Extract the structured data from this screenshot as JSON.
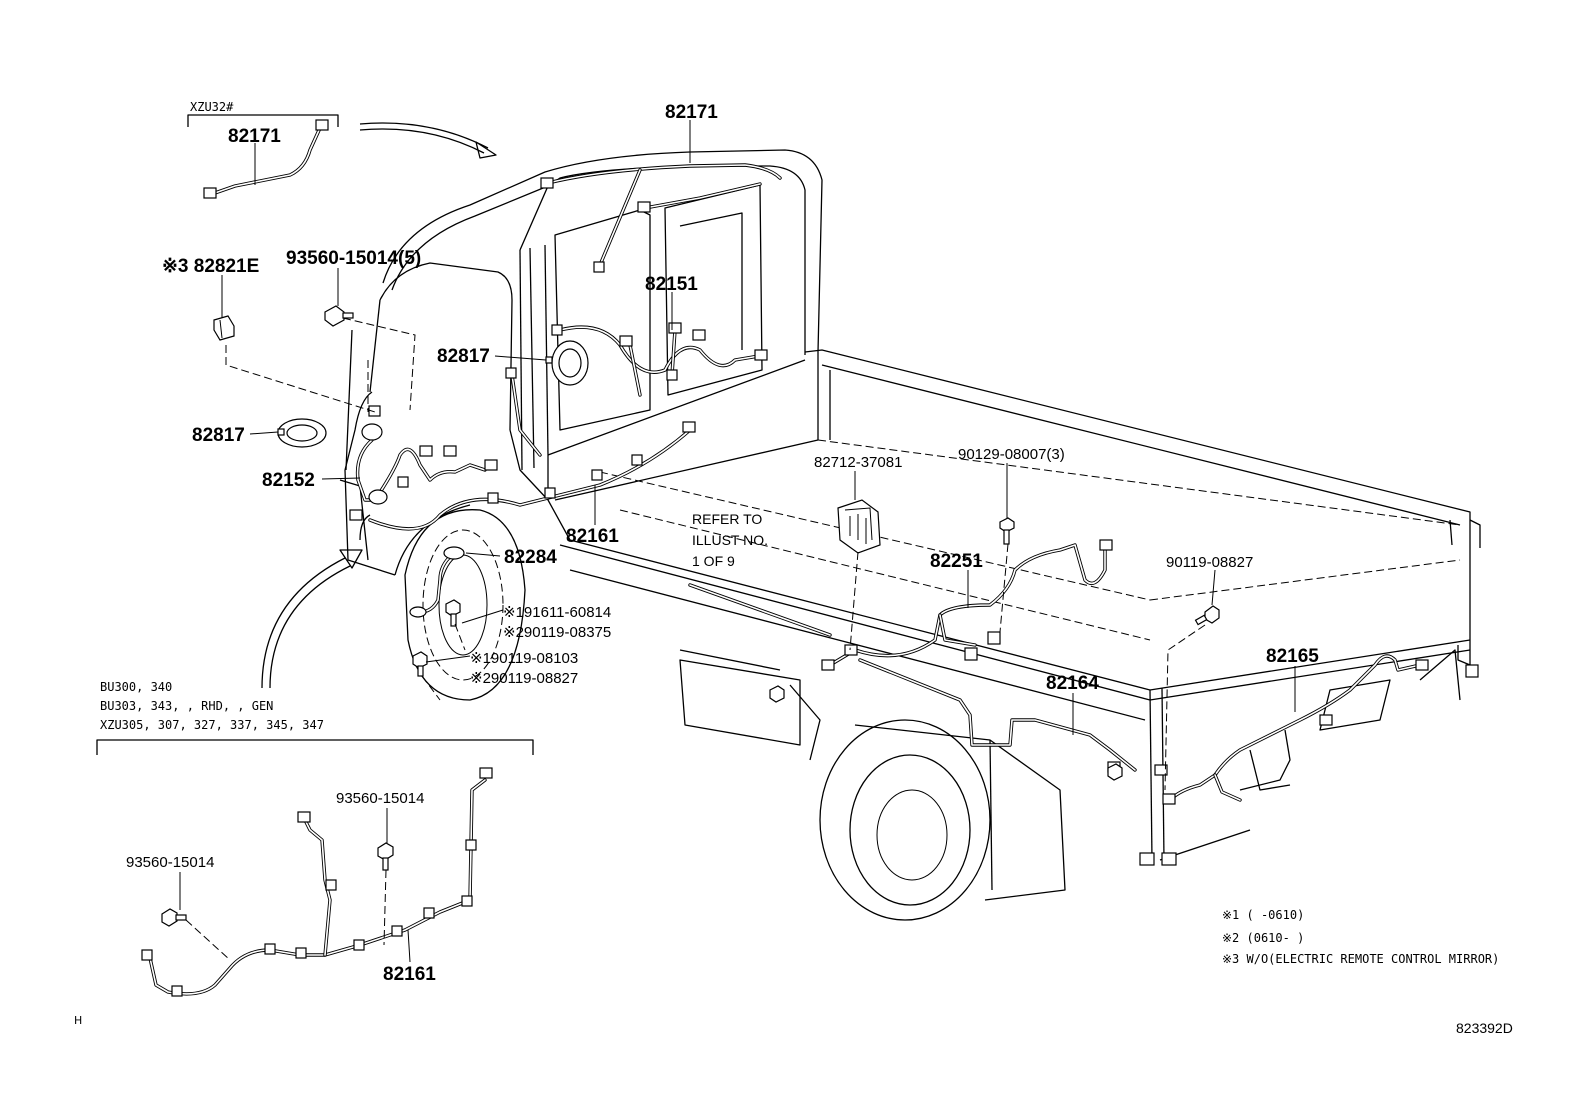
{
  "diagram_id": "823392D",
  "variant_label": "XZU32#",
  "variant_group_label_lines": [
    "BU300, 340",
    "BU303, 343, , RHD, , GEN",
    "XZU305, 307, 327, 337, 345, 347"
  ],
  "refer_to_lines": [
    "REFER TO",
    "ILLUST NO.",
    "1 OF 9"
  ],
  "corner_mark": "H",
  "part_labels": {
    "p82171_inset": "82171",
    "p82171_main": "82171",
    "p82821E": "※3 82821E",
    "p93560_15014_5": "93560-15014(5)",
    "p82151": "82151",
    "p82817_upper": "82817",
    "p82817_left": "82817",
    "p82152": "82152",
    "p82161_main": "82161",
    "p82284": "82284",
    "p91611_60814": "※191611-60814",
    "p90119_08375": "※290119-08375",
    "p90119_08103": "※190119-08103",
    "p90119_08827_left": "※290119-08827",
    "p82712_37081": "82712-37081",
    "p90129_08007_3": "90129-08007(3)",
    "p82251": "82251",
    "p90119_08827_right": "90119-08827",
    "p82164": "82164",
    "p82165": "82165",
    "p93560_15014_inset_a": "93560-15014",
    "p93560_15014_inset_b": "93560-15014",
    "p82161_inset": "82161"
  },
  "footnotes": [
    "※1 (     -0610)",
    "※2 (0610-     )",
    "※3 W/O(ELECTRIC REMOTE CONTROL MIRROR)"
  ]
}
